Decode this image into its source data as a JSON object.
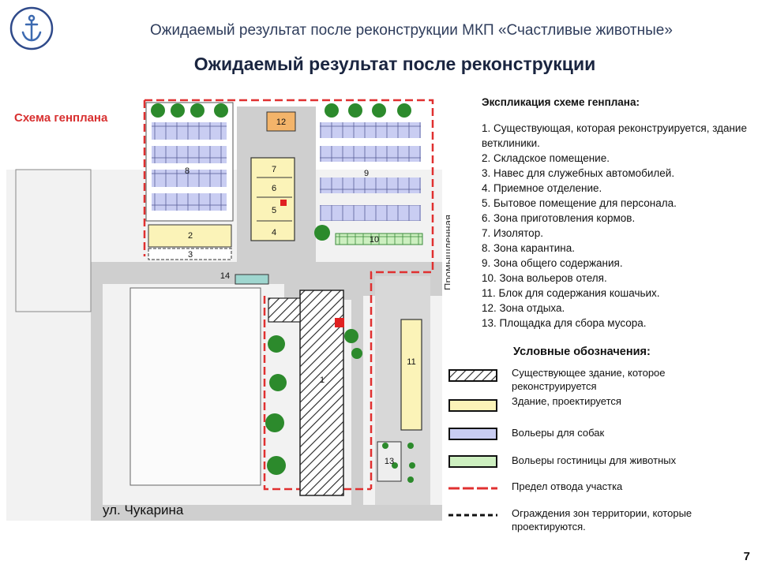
{
  "header": {
    "subtitle": "Ожидаемый  результат после реконструкции  МКП  «Счастливые животные»"
  },
  "title": "Ожидаемый результат после реконструкции",
  "plan": {
    "scheme_label": "Схема генплана",
    "street": "ул. Чукарина",
    "road_label": "Промышленная",
    "zone_numbers": [
      "1",
      "2",
      "3",
      "4",
      "5",
      "6",
      "7",
      "8",
      "9",
      "10",
      "11",
      "12",
      "13",
      "14"
    ],
    "colors": {
      "boundary": "#e03030",
      "new_building": "#fbf3b8",
      "dog_enclosure": "#c9cdf2",
      "hotel_enclosure": "#cdefc0",
      "tree": "#2c8a2c"
    }
  },
  "explication": {
    "title": "Экспликация схеме генплана:",
    "items": [
      "1. Существующая,  которая реконструируется, здание ветклиники.",
      "2. Складское помещение.",
      "3. Навес для служебных  автомобилей.",
      "4. Приемное отделение.",
      "5. Бытовое помещение  для персонала.",
      "6. Зона приготовления кормов.",
      "7. Изолятор.",
      "8. Зона карантина.",
      "9. Зона общего содержания.",
      "10. Зона вольеров отеля.",
      "11. Блок для содержания кошачьих.",
      "12. Зона отдыха.",
      "13. Площадка  для сбора мусора."
    ]
  },
  "legend": {
    "title": "Условные обозначения:",
    "items": [
      {
        "label": "Существующее здание, которое реконструируется",
        "swatch": "hatch"
      },
      {
        "label": "Здание, проектируется",
        "swatch": "yellow",
        "color": "#fbf3b8"
      },
      {
        "label": "Вольеры для собак",
        "swatch": "blue",
        "color": "#c9cdf2"
      },
      {
        "label": "Вольеры гостиницы для животных",
        "swatch": "green",
        "color": "#cdefc0"
      },
      {
        "label": "Предел отвода участка",
        "swatch": "red-line",
        "color": "#e03030"
      },
      {
        "label": "Ограждения зон территории, которые проектируются.",
        "swatch": "black-dash"
      }
    ]
  },
  "page_number": "7"
}
